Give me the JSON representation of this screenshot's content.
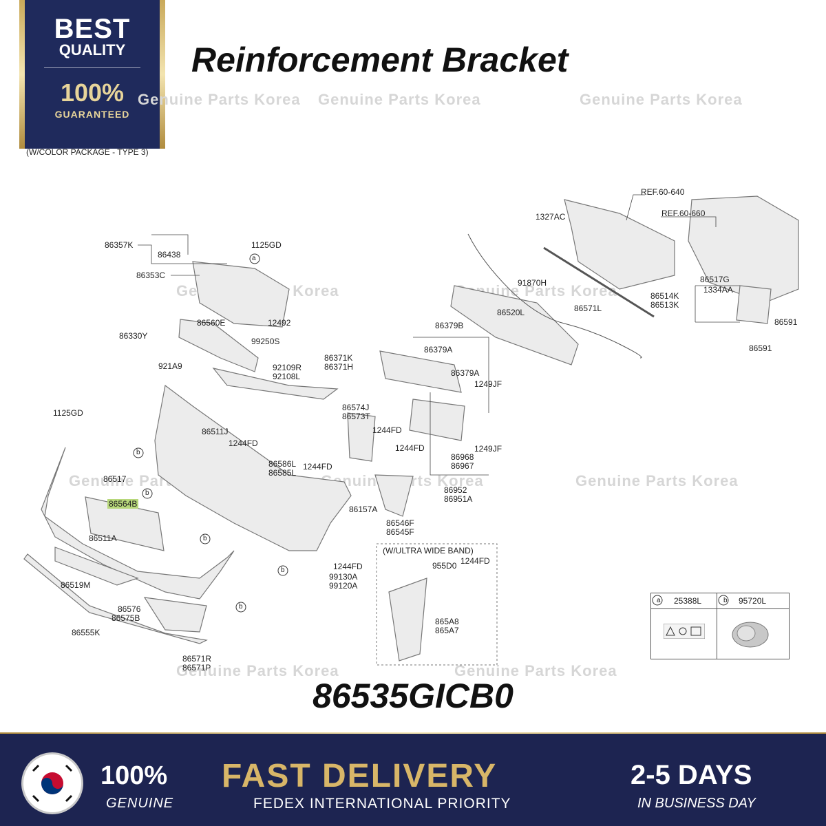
{
  "badge": {
    "line1": "BEST",
    "line2": "QUALITY",
    "line3": "100%",
    "line4": "GUARANTEED"
  },
  "note": "(W/COLOR PACKAGE - TYPE 3)",
  "title": "Reinforcement Bracket",
  "part_number": "86535GICB0",
  "watermark": "Genuine Parts Korea",
  "legend": {
    "a_key": "a",
    "a_part": "25388L",
    "b_key": "b",
    "b_part": "95720L"
  },
  "uwb_box": "(W/ULTRA WIDE BAND)",
  "labels": [
    "86357K",
    "86438",
    "1125GD",
    "86353C",
    "86330Y",
    "86560E",
    "12492",
    "99250S",
    "921A9",
    "92109R",
    "92108L",
    "86371K",
    "86371H",
    "REF.60-640",
    "1327AC",
    "REF.60-660",
    "91870H",
    "86571L",
    "86517G",
    "86514K",
    "1334AA",
    "86513K",
    "86591",
    "86591",
    "86520L",
    "86379B",
    "86379A",
    "86379A",
    "1249JF",
    "1249JF",
    "86968",
    "86967",
    "86952",
    "86951A",
    "86574J",
    "86573T",
    "1244FD",
    "1244FD",
    "86546F",
    "86545F",
    "1125GD",
    "86511J",
    "1244FD",
    "86586L",
    "86585L",
    "1244FD",
    "86517",
    "86564B",
    "86157A",
    "86511A",
    "86519M",
    "1244FD",
    "99130A",
    "99120A",
    "955D0",
    "1244FD",
    "865A8",
    "865A7",
    "86576",
    "86575B",
    "86555K",
    "86571R",
    "86571P"
  ],
  "callouts": [
    "a",
    "b",
    "b",
    "b",
    "b",
    "b",
    "b"
  ],
  "banner": {
    "genuine_pct": "100%",
    "genuine": "GENUINE",
    "fast": "FAST DELIVERY",
    "fedex": "FEDEX INTERNATIONAL PRIORITY",
    "days": "2-5 DAYS",
    "days_sub": "IN BUSINESS DAY"
  },
  "colors": {
    "navy": "#1d2451",
    "gold": "#d8b668",
    "highlight": "#b7d77a"
  }
}
